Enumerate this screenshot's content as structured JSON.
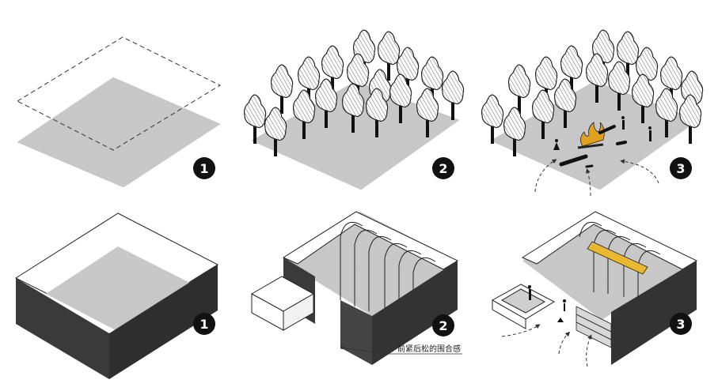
{
  "steps": {
    "top_left": "1",
    "top_middle": "2",
    "top_right": "3",
    "bottom_left": "1",
    "bottom_middle": "2",
    "bottom_right": "3"
  },
  "annotation": "前紧后松的围合感",
  "colors": {
    "ground": "#c9c9c9",
    "wall_dark": "#3a3a3a",
    "badge": "#111111",
    "fire": "#e0a020",
    "beam": "#e8b830"
  }
}
